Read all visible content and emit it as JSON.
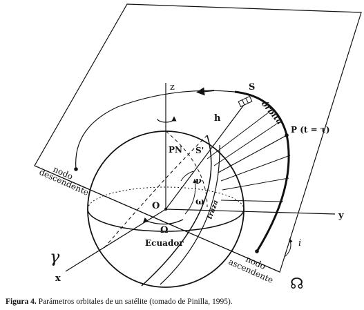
{
  "diagram": {
    "labels": {
      "z": "z",
      "y": "y",
      "x": "x",
      "origin": "O",
      "north_pole": "PN",
      "satellite": "S",
      "subsatellite": "S'",
      "height": "h",
      "orbit": "órbita",
      "perigee": "P (t = τ)",
      "descending_node_line1": "nodo",
      "descending_node_line2": "descendente",
      "ascending_node_line1": "nodo",
      "ascending_node_line2": "ascendente",
      "equator": "Ecuador",
      "true_anomaly": "ν",
      "argument_of_perigee": "ω",
      "raan": "Ω",
      "inclination": "i",
      "ground_track": "traza",
      "vernal_point": "γ",
      "ascending_node_symbol": "☊"
    }
  },
  "caption": {
    "figure_number": "Figura 4.",
    "text": " Parámetros orbitales de un satélite (tomado de Pinilla, 1995)."
  }
}
